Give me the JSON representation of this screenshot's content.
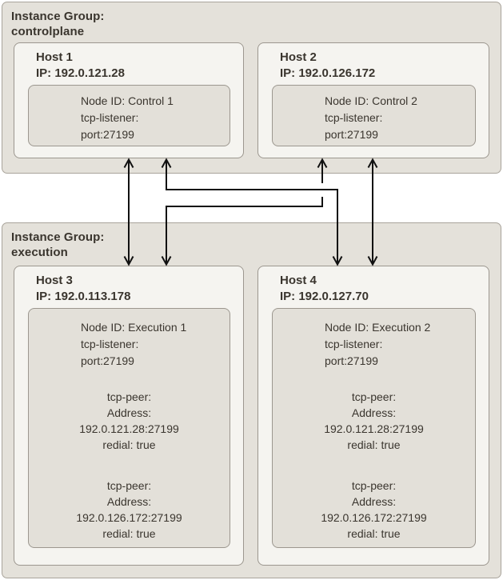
{
  "colors": {
    "background": "#ffffff",
    "group_fill": "#e4e1da",
    "group_border": "#a9a49b",
    "host_fill": "#f5f4f0",
    "host_border": "#9c978f",
    "node_fill": "#e3e0d9",
    "node_border": "#9c978f",
    "text": "#3a352e",
    "arrow": "#111111"
  },
  "groups": [
    {
      "title_label": "Instance Group:",
      "name": "controlplane",
      "hosts": [
        {
          "title": "Host 1",
          "ip": "IP: 192.0.121.28",
          "node": {
            "lines": [
              "Node ID: Control 1",
              "tcp-listener:",
              "port:27199"
            ],
            "peers": []
          }
        },
        {
          "title": "Host 2",
          "ip": "IP: 192.0.126.172",
          "node": {
            "lines": [
              "Node ID: Control 2",
              "tcp-listener:",
              "port:27199"
            ],
            "peers": []
          }
        }
      ]
    },
    {
      "title_label": "Instance Group:",
      "name": "execution",
      "hosts": [
        {
          "title": "Host 3",
          "ip": "IP: 192.0.113.178",
          "node": {
            "lines": [
              "Node ID: Execution 1",
              "tcp-listener:",
              "port:27199"
            ],
            "peers": [
              [
                "tcp-peer:",
                "Address:",
                "192.0.121.28:27199",
                "redial: true"
              ],
              [
                "tcp-peer:",
                "Address:",
                "192.0.126.172:27199",
                "redial: true"
              ]
            ]
          }
        },
        {
          "title": "Host 4",
          "ip": "IP: 192.0.127.70",
          "node": {
            "lines": [
              "Node ID: Execution 2",
              "tcp-listener:",
              "port:27199"
            ],
            "peers": [
              [
                "tcp-peer:",
                "Address:",
                "192.0.121.28:27199",
                "redial: true"
              ],
              [
                "tcp-peer:",
                "Address:",
                "192.0.126.172:27199",
                "redial: true"
              ]
            ]
          }
        }
      ]
    }
  ],
  "connections": [
    {
      "from": "Host 1",
      "to": "Host 3",
      "style": "double-arrow"
    },
    {
      "from": "Host 2",
      "to": "Host 4",
      "style": "double-arrow"
    },
    {
      "from": "Host 1",
      "to": "Host 4",
      "style": "double-arrow"
    },
    {
      "from": "Host 2",
      "to": "Host 3",
      "style": "double-arrow"
    }
  ]
}
